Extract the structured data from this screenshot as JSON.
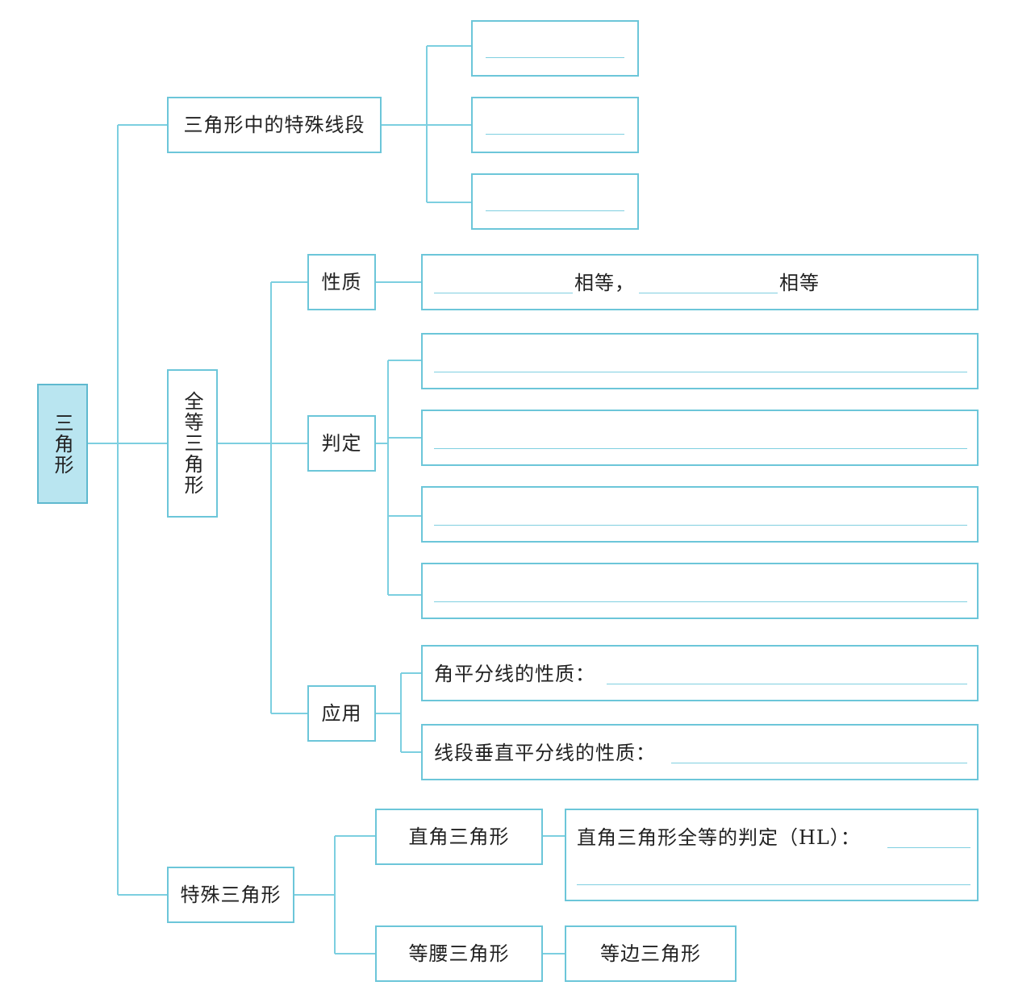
{
  "root": {
    "label": "三角形"
  },
  "special_segments": {
    "label": "三角形中的特殊线段"
  },
  "congruent": {
    "label": "全等三角形",
    "property": {
      "label": "性质",
      "text_1": "相等，",
      "text_2": "相等"
    },
    "criterion": {
      "label": "判定"
    },
    "application": {
      "label": "应用",
      "angle_bisector": "角平分线的性质：",
      "perpendicular_bisector": "线段垂直平分线的性质："
    }
  },
  "special_triangles": {
    "label": "特殊三角形",
    "right": {
      "label": "直角三角形",
      "hl": "直角三角形全等的判定（HL）："
    },
    "isosceles": {
      "label": "等腰三角形"
    },
    "equilateral": {
      "label": "等边三角形"
    }
  }
}
